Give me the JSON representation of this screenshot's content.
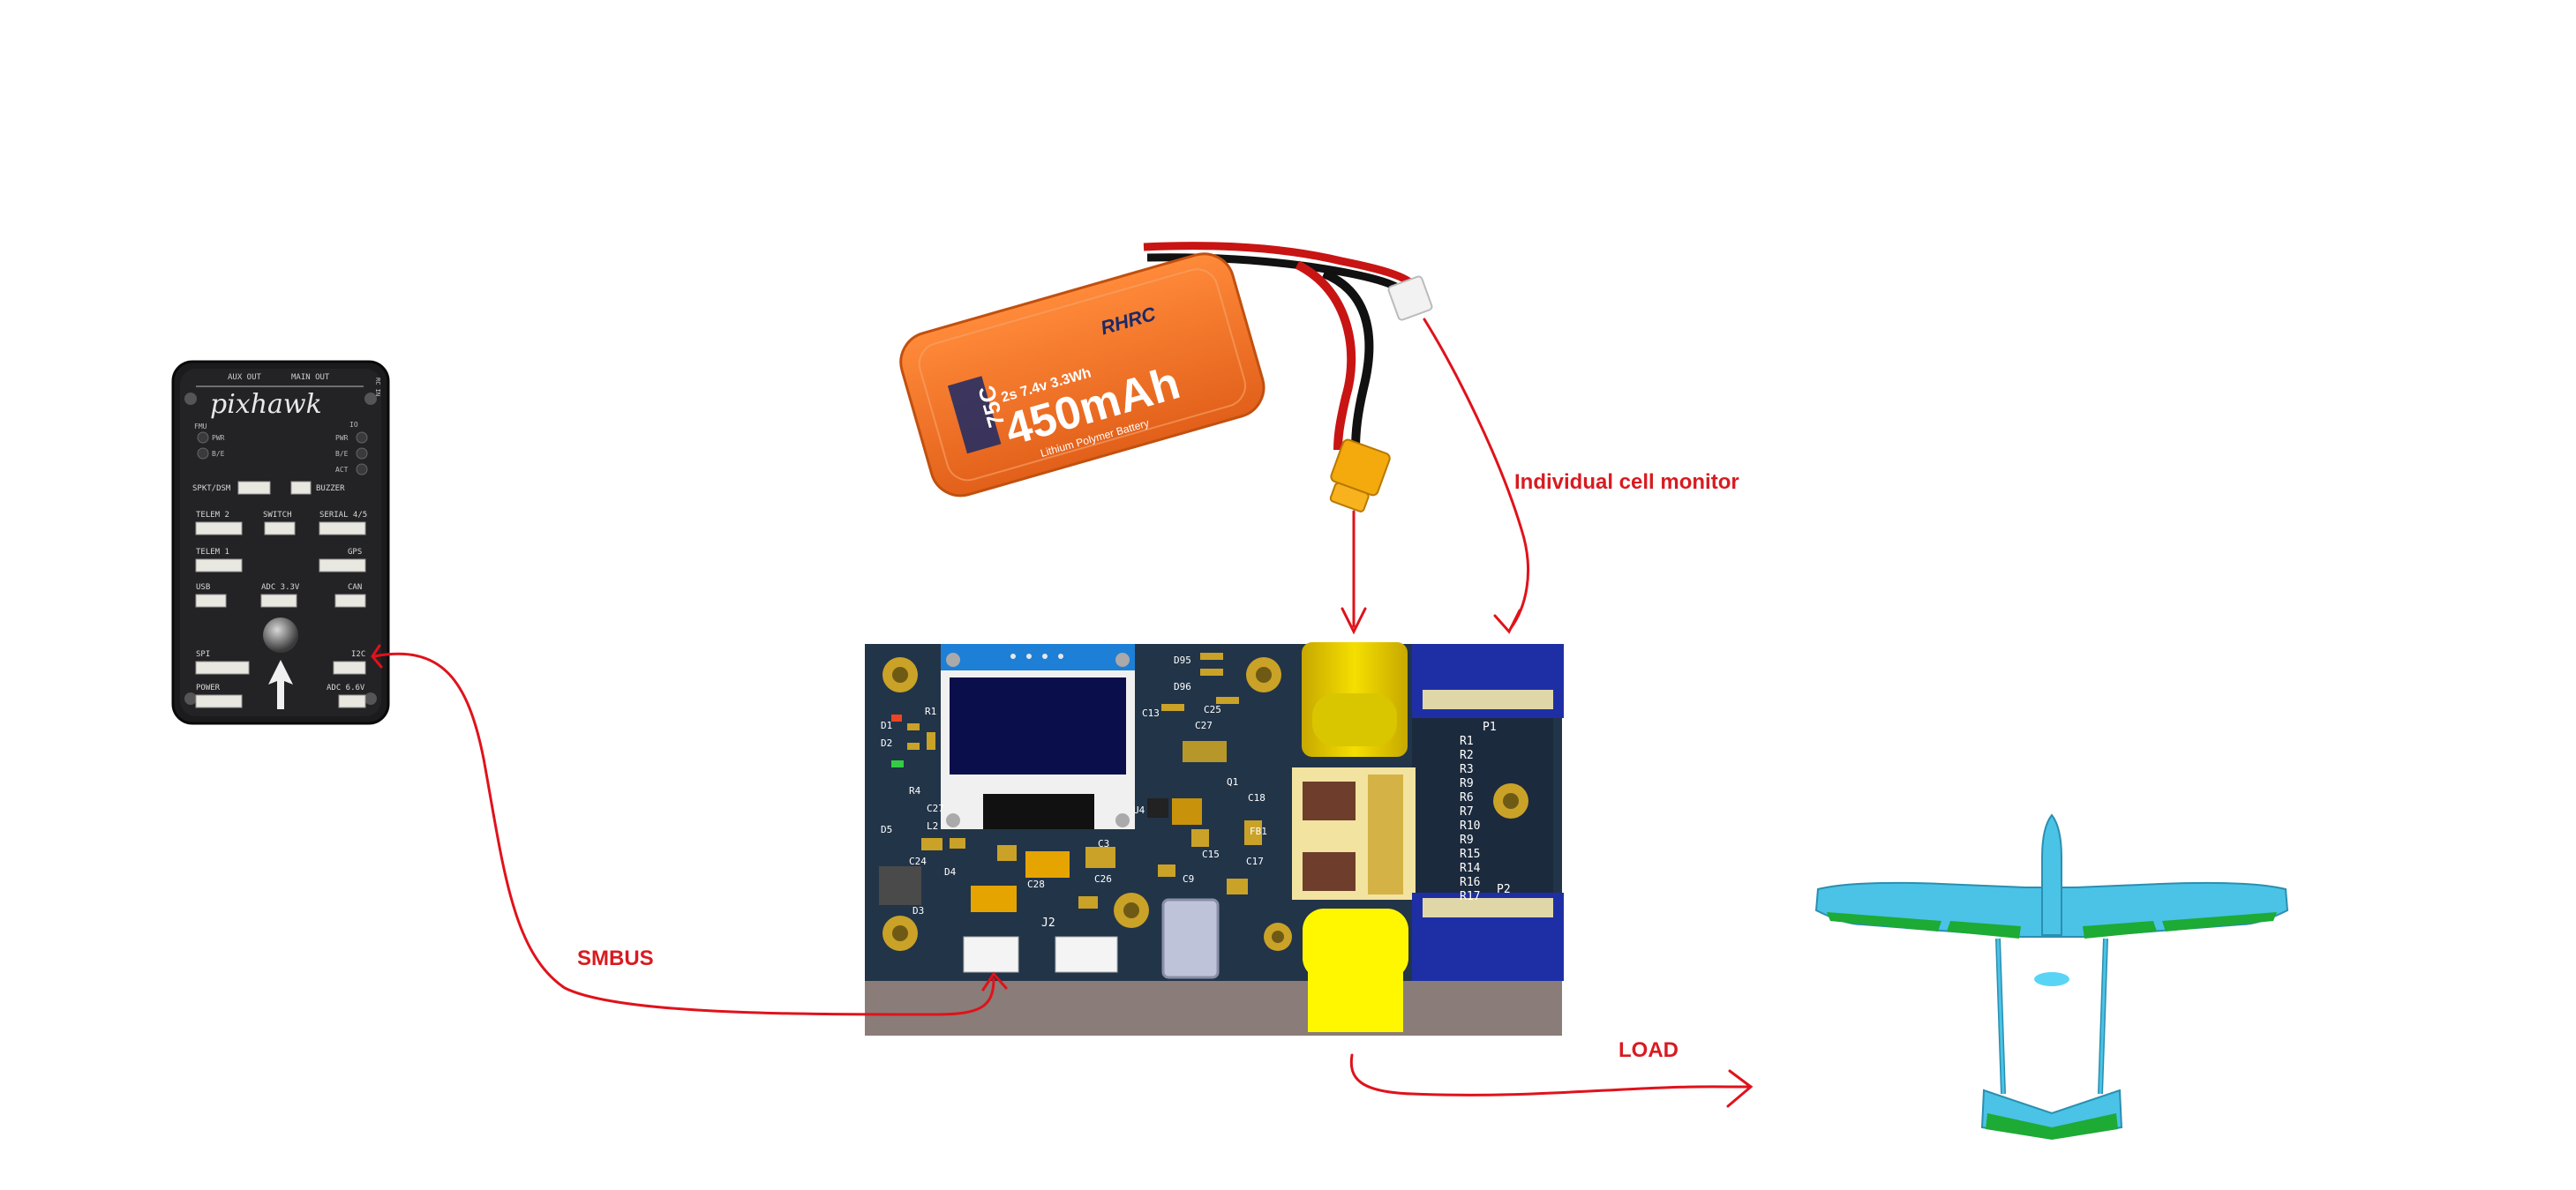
{
  "colors": {
    "arrow": "#e0121b",
    "label": "#d81b21",
    "pcb": "#223448",
    "pcb_edge": "#0f1f33",
    "battery": "#f07326",
    "aircraft_body": "#4ac3e6",
    "aircraft_green": "#1daa35",
    "connector_yellow": "#f2e600",
    "blue_header": "#1e2fa6"
  },
  "labels": {
    "cell_monitor": "Individual cell monitor",
    "smbus": "SMBUS",
    "load": "LOAD"
  },
  "pixhawk": {
    "brand": "pixhawk",
    "top_labels": [
      "AUX OUT",
      "MAIN OUT",
      "RC IN",
      "SB"
    ],
    "leds_left": [
      "FMU",
      "PWR",
      "B/E"
    ],
    "leds_right": [
      "IO",
      "PWR",
      "B/E",
      "ACT"
    ],
    "ports": {
      "spkt": "SPKT/DSM",
      "buzzer": "BUZZER",
      "telem2": "TELEM 2",
      "switch": "SWITCH",
      "serial45": "SERIAL 4/5",
      "telem1": "TELEM 1",
      "gps": "GPS",
      "usb": "USB",
      "adc33": "ADC 3.3V",
      "can": "CAN",
      "spi": "SPI",
      "i2c": "I2C",
      "power": "POWER",
      "adc66": "ADC 6.6V"
    }
  },
  "battery": {
    "brand": "RHRC",
    "capacity": "450mAh",
    "c_rating": "75C",
    "spec": "2s 7.4v 3.3Wh",
    "chem": "Lithium Polymer Battery"
  },
  "pcb": {
    "silk_left": [
      "R1",
      "D1",
      "D2",
      "R4",
      "D5",
      "C24",
      "D3",
      "L2",
      "C27",
      "C28",
      "C26",
      "D4",
      "C3"
    ],
    "silk_mid": [
      "D95",
      "D96",
      "C13",
      "C25",
      "C27",
      "U4",
      "C15",
      "C17",
      "C18",
      "C9",
      "Q1",
      "FB1"
    ],
    "silk_right": [
      "P1",
      "R1",
      "R2",
      "R3",
      "R9",
      "R6",
      "R7",
      "R10",
      "R9",
      "R15",
      "R14",
      "R16",
      "R17",
      "P2",
      "P1"
    ],
    "j2": "J2"
  }
}
